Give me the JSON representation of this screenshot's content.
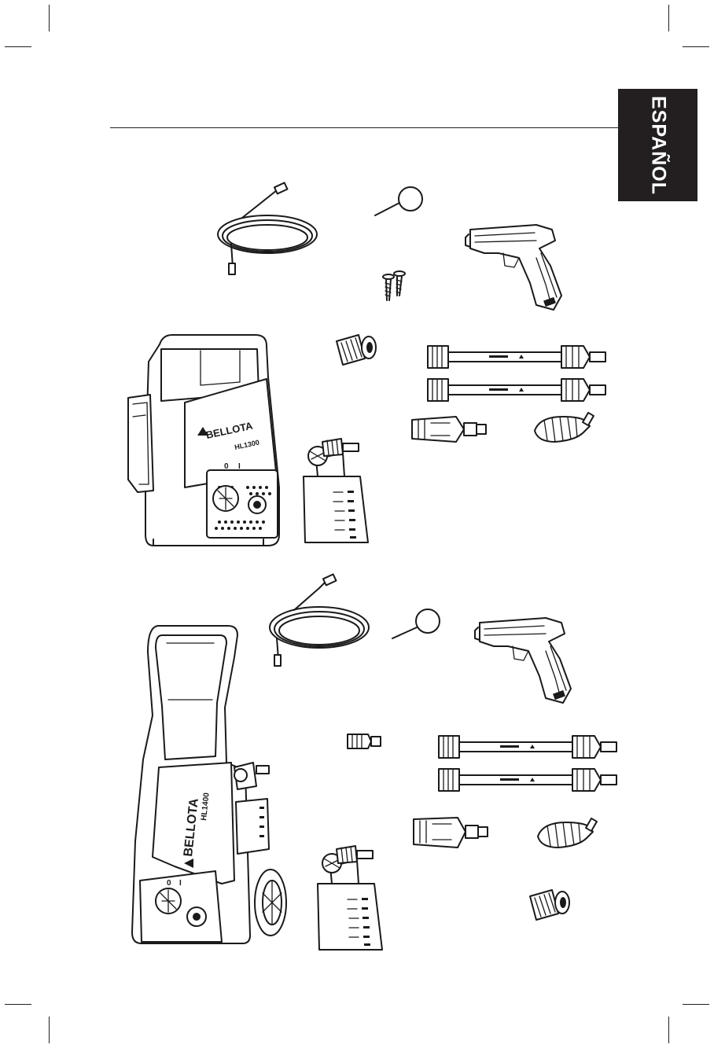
{
  "page": {
    "language_tab": "ESPAÑOL"
  },
  "panel_1": {
    "brand": "BELLOTA",
    "model": "HL1300",
    "switch_off": "0",
    "switch_on": "I"
  },
  "panel_2": {
    "brand": "BELLOTA",
    "model": "HL1400",
    "switch_off": "0",
    "switch_on": "I"
  },
  "icons": {
    "callout": "callout-circle-icon",
    "hose": "hose-icon",
    "gun": "spray-gun-icon",
    "screws": "screws-icon",
    "lance": "spray-lance-icon",
    "nozzle": "adjustable-nozzle-icon",
    "turbo": "turbo-nozzle-icon",
    "adapter": "hose-adapter-icon",
    "foam": "foam-bottle-icon",
    "connector": "inlet-connector-icon"
  }
}
